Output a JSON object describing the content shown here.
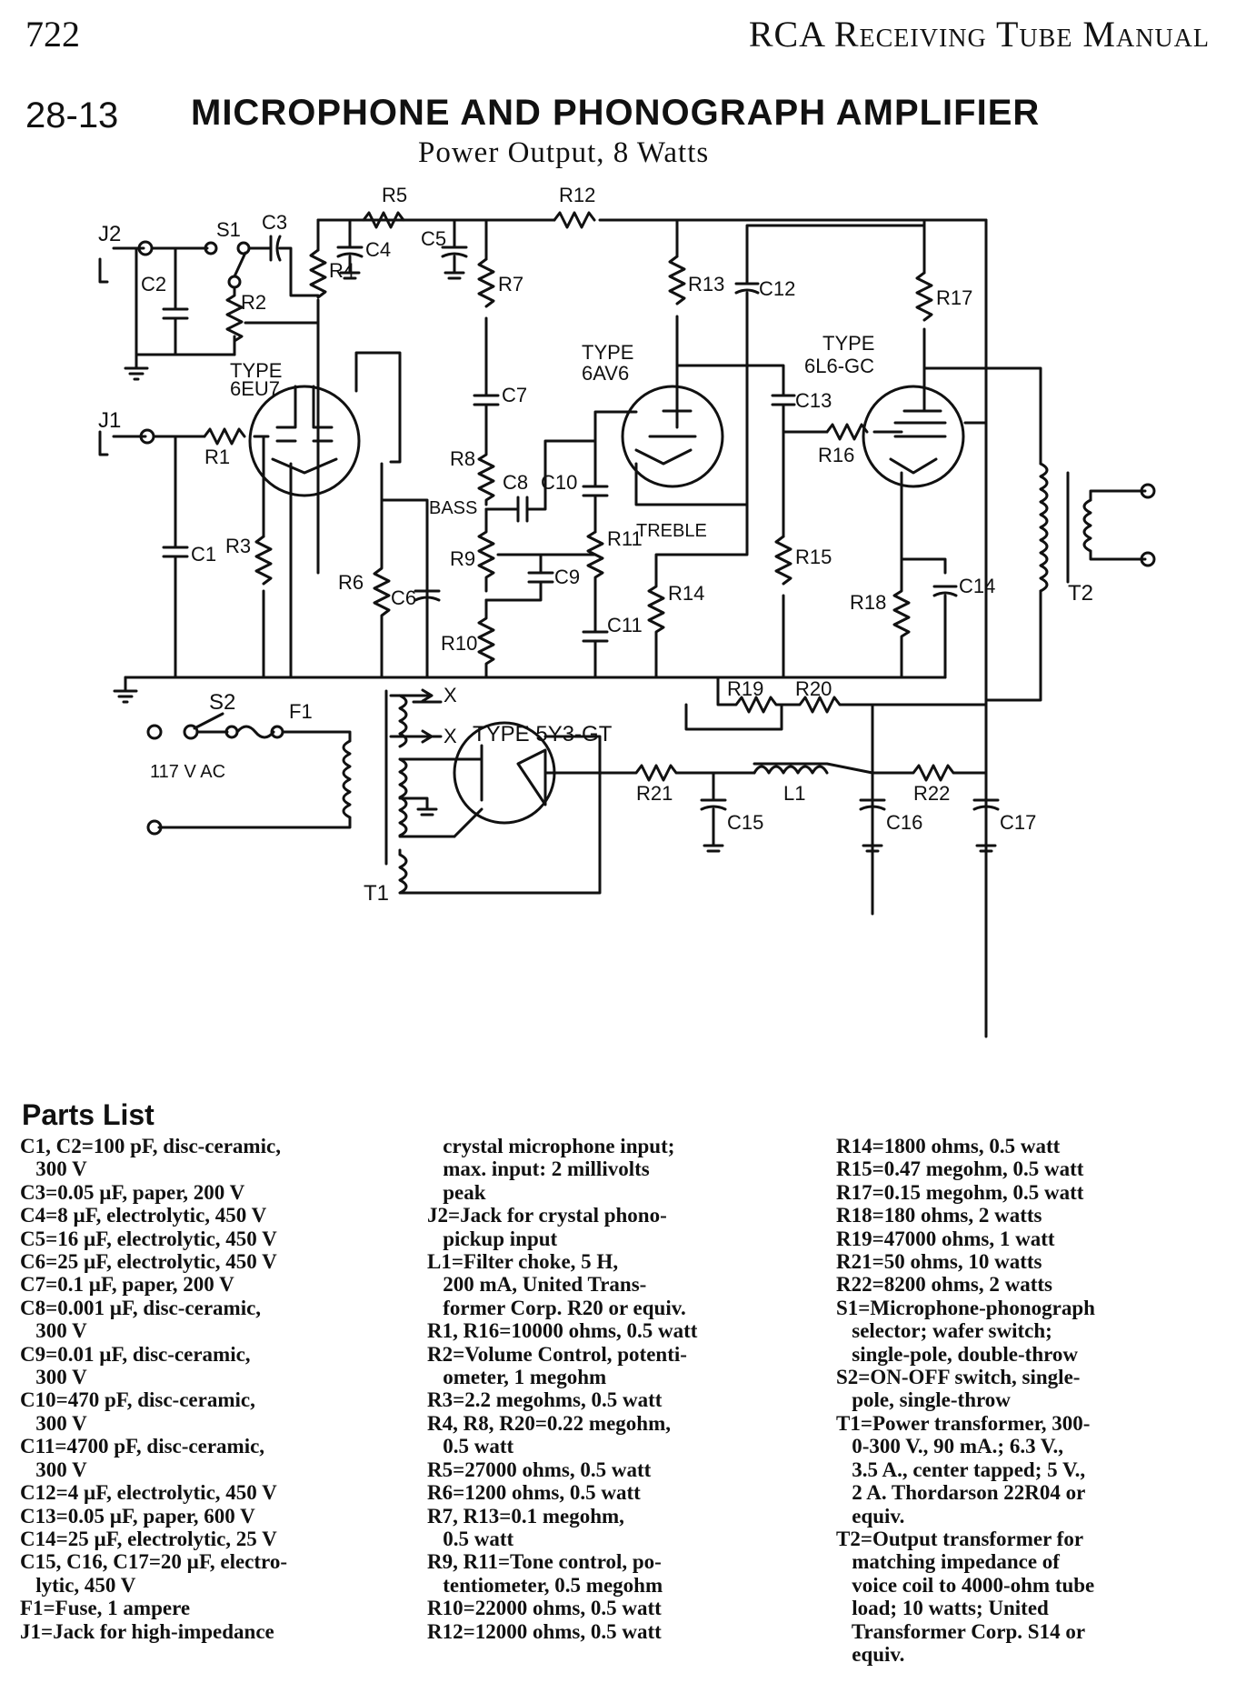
{
  "header": {
    "page_number": "722",
    "manual_title": "RCA Receiving Tube Manual"
  },
  "figure": {
    "number": "28-13",
    "title": "MICROPHONE AND PHONOGRAPH AMPLIFIER",
    "subtitle": "Power Output, 8 Watts"
  },
  "schematic": {
    "tube_labels": {
      "v1_type": "TYPE",
      "v1_name": "6EU7",
      "v2_type": "TYPE",
      "v2_name": "6AV6",
      "v3_type": "TYPE",
      "v3_name": "6L6-GC",
      "rect": "TYPE 5Y3-GT"
    },
    "labels": {
      "J1": "J1",
      "J2": "J2",
      "S1": "S1",
      "S2": "S2",
      "F1": "F1",
      "C1": "C1",
      "C2": "C2",
      "C3": "C3",
      "C4": "C4",
      "C5": "C5",
      "C6": "C6",
      "C7": "C7",
      "C8": "C8",
      "C9": "C9",
      "C10": "C10",
      "C11": "C11",
      "C12": "C12",
      "C13": "C13",
      "C14": "C14",
      "C15": "C15",
      "C16": "C16",
      "C17": "C17",
      "R1": "R1",
      "R2": "R2",
      "R3": "R3",
      "R4": "R4",
      "R5": "R5",
      "R6": "R6",
      "R7": "R7",
      "R8": "R8",
      "R9": "R9",
      "R10": "R10",
      "R11": "R11",
      "R12": "R12",
      "R13": "R13",
      "R14": "R14",
      "R15": "R15",
      "R16": "R16",
      "R17": "R17",
      "R18": "R18",
      "R19": "R19",
      "R20": "R20",
      "R21": "R21",
      "R22": "R22",
      "L1": "L1",
      "T1": "T1",
      "T2": "T2",
      "bass": "BASS",
      "treble": "TREBLE",
      "ac": "117 V\nAC",
      "x": "X"
    }
  },
  "parts_list": {
    "heading": "Parts List",
    "col1": [
      "C1, C2=100 pF, disc-ceramic,",
      "   300 V",
      "C3=0.05 µF, paper, 200 V",
      "C4=8 µF, electrolytic, 450 V",
      "C5=16 µF, electrolytic, 450 V",
      "C6=25 µF, electrolytic, 450 V",
      "C7=0.1 µF, paper, 200 V",
      "C8=0.001 µF, disc-ceramic,",
      "   300 V",
      "C9=0.01 µF, disc-ceramic,",
      "   300 V",
      "C10=470 pF, disc-ceramic,",
      "   300 V",
      "C11=4700 pF, disc-ceramic,",
      "   300 V",
      "C12=4 µF, electrolytic, 450 V",
      "C13=0.05 µF, paper, 600 V",
      "C14=25 µF, electrolytic, 25 V",
      "C15, C16, C17=20 µF, electro-",
      "   lytic, 450 V",
      "F1=Fuse, 1 ampere",
      "J1=Jack for high-impedance"
    ],
    "col2": [
      "   crystal microphone input;",
      "   max. input: 2 millivolts",
      "   peak",
      "J2=Jack for crystal phono-",
      "   pickup input",
      "L1=Filter choke, 5 H,",
      "   200 mA, United Trans-",
      "   former Corp. R20 or equiv.",
      "R1, R16=10000 ohms, 0.5 watt",
      "R2=Volume Control, potenti-",
      "   ometer, 1 megohm",
      "R3=2.2 megohms, 0.5 watt",
      "R4, R8, R20=0.22 megohm,",
      "   0.5 watt",
      "R5=27000 ohms, 0.5 watt",
      "R6=1200 ohms, 0.5 watt",
      "R7, R13=0.1 megohm,",
      "   0.5 watt",
      "R9, R11=Tone control, po-",
      "   tentiometer, 0.5 megohm",
      "R10=22000 ohms, 0.5 watt",
      "R12=12000 ohms, 0.5 watt"
    ],
    "col3": [
      "R14=1800 ohms, 0.5 watt",
      "R15=0.47 megohm, 0.5 watt",
      "R17=0.15 megohm, 0.5 watt",
      "R18=180 ohms, 2 watts",
      "R19=47000 ohms, 1 watt",
      "R21=50 ohms, 10 watts",
      "R22=8200 ohms, 2 watts",
      "S1=Microphone-phonograph",
      "   selector; wafer switch;",
      "   single-pole, double-throw",
      "S2=ON-OFF switch, single-",
      "   pole, single-throw",
      "T1=Power transformer, 300-",
      "   0-300 V., 90 mA.; 6.3 V.,",
      "   3.5 A., center tapped; 5 V.,",
      "   2 A. Thordarson 22R04 or",
      "   equiv.",
      "T2=Output transformer for",
      "   matching impedance of",
      "   voice coil to 4000-ohm tube",
      "   load; 10 watts; United",
      "   Transformer Corp. S14 or",
      "   equiv."
    ]
  }
}
